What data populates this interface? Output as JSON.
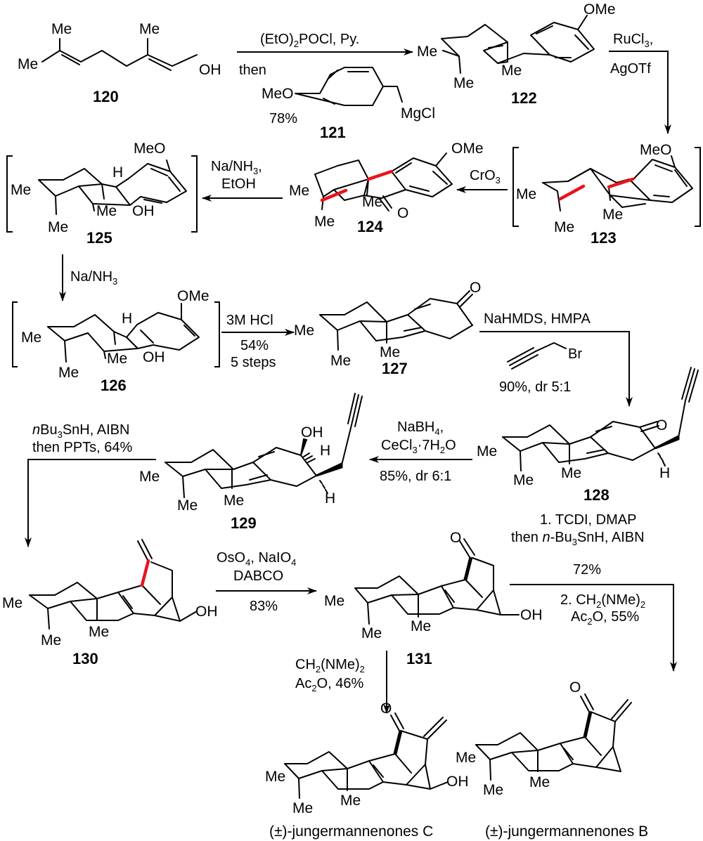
{
  "title": "Total synthesis of (±)-jungermannenones B and C",
  "accent_color": "#e8141c",
  "compounds": {
    "c120": {
      "id": "120",
      "labels": {
        "me1": "Me",
        "me2": "Me",
        "me3": "Me",
        "oh": "OH"
      }
    },
    "c121": {
      "id": "121",
      "labels": {
        "meo": "MeO",
        "mgcl": "MgCl"
      }
    },
    "c122": {
      "id": "122",
      "labels": {
        "ome": "OMe",
        "me1": "Me",
        "me2": "Me",
        "me3": "Me"
      }
    },
    "c123": {
      "id": "123",
      "labels": {
        "meo": "MeO",
        "me1": "Me",
        "me2": "Me",
        "me3": "Me"
      }
    },
    "c124": {
      "id": "124",
      "labels": {
        "ome": "OMe",
        "me1": "Me",
        "me2": "Me",
        "me3": "Me",
        "o": "O"
      }
    },
    "c125": {
      "id": "125",
      "labels": {
        "meo": "MeO",
        "h": "H",
        "me1": "Me",
        "me2": "Me",
        "me3": "Me",
        "oh": "OH"
      }
    },
    "c126": {
      "id": "126",
      "labels": {
        "ome": "OMe",
        "h": "H",
        "me1": "Me",
        "me2": "Me",
        "me3": "Me",
        "oh": "OH"
      }
    },
    "c127": {
      "id": "127",
      "labels": {
        "o": "O",
        "me1": "Me",
        "me2": "Me",
        "me3": "Me"
      }
    },
    "c128": {
      "id": "128",
      "labels": {
        "o": "O",
        "h": "H",
        "me1": "Me",
        "me2": "Me",
        "me3": "Me"
      }
    },
    "c129": {
      "id": "129",
      "labels": {
        "oh": "OH",
        "h1": "H",
        "h2": "H",
        "me1": "Me",
        "me2": "Me",
        "me3": "Me"
      }
    },
    "c130": {
      "id": "130",
      "labels": {
        "oh": "OH",
        "me1": "Me",
        "me2": "Me",
        "me3": "Me"
      }
    },
    "c131": {
      "id": "131",
      "labels": {
        "o": "O",
        "oh": "OH",
        "me1": "Me",
        "me2": "Me",
        "me3": "Me"
      }
    },
    "jungC": {
      "name": "(±)-jungermannenones C",
      "labels": {
        "o": "O",
        "oh": "OH",
        "me1": "Me",
        "me2": "Me",
        "me3": "Me"
      }
    },
    "jungB": {
      "name": "(±)-jungermannenones B",
      "labels": {
        "o": "O",
        "me1": "Me",
        "me2": "Me",
        "me3": "Me"
      }
    }
  },
  "steps": [
    {
      "from": "120",
      "to": "122",
      "reagents": [
        "(EtO)2POCl, Py.",
        "then"
      ],
      "yield": "78%",
      "reagent_compound": "121"
    },
    {
      "from": "122",
      "to": "123",
      "reagents": [
        "RuCl3,",
        "AgOTf"
      ]
    },
    {
      "from": "123",
      "to": "124",
      "reagents": [
        "CrO3"
      ]
    },
    {
      "from": "124",
      "to": "125",
      "reagents": [
        "Na/NH3,",
        "EtOH"
      ]
    },
    {
      "from": "125",
      "to": "126",
      "reagents": [
        "Na/NH3"
      ]
    },
    {
      "from": "126",
      "to": "127",
      "reagents": [
        "3M HCl"
      ],
      "yield": "54%",
      "note": "5 steps"
    },
    {
      "from": "127",
      "to": "128",
      "reagents": [
        "NaHMDS, HMPA",
        "Br"
      ],
      "yield": "90%, dr 5:1"
    },
    {
      "from": "128",
      "to": "129",
      "reagents": [
        "NaBH4,",
        "CeCl3·7H2O"
      ],
      "yield": "85%, dr 6:1"
    },
    {
      "from": "129",
      "to": "130",
      "reagents": [
        "nBu3SnH, AIBN",
        "then PPTs, 64%"
      ]
    },
    {
      "from": "130",
      "to": "131",
      "reagents": [
        "OsO4, NaIO4",
        "DABCO"
      ],
      "yield": "83%"
    },
    {
      "from": "131",
      "to": "jungC",
      "reagents": [
        "CH2(NMe)2",
        "Ac2O, 46%"
      ]
    },
    {
      "from": "131",
      "to": "jungB",
      "reagents": [
        "1. TCDI, DMAP",
        "then n-Bu3SnH, AIBN",
        "72%",
        "2. CH2(NMe)2",
        "Ac2O, 55%"
      ]
    }
  ],
  "rt": {
    "s1a": "(EtO)",
    "s1a_sub": "2",
    "s1a_rest": "POCl, Py.",
    "s1b": "then",
    "s1y": "78%",
    "s2a": "RuCl",
    "s2a_sub": "3",
    "s2a_rest": ",",
    "s2b": "AgOTf",
    "s3": "CrO",
    "s3_sub": "3",
    "s4a": "Na/NH",
    "s4a_sub": "3",
    "s4a_rest": ",",
    "s4b": "EtOH",
    "s5": "Na/NH",
    "s5_sub": "3",
    "s6a": "3M HCl",
    "s6b": "54%",
    "s6c": "5 steps",
    "s7a": "NaHMDS, HMPA",
    "s7br": "Br",
    "s7y": "90%, dr 5:1",
    "s8a": "NaBH",
    "s8a_sub": "4",
    "s8a_rest": ",",
    "s8b": "CeCl",
    "s8b_sub": "3",
    "s8b_rest": "·7H",
    "s8b_sub2": "2",
    "s8b_rest2": "O",
    "s8y": "85%, dr 6:1",
    "s9a_it": "n",
    "s9a": "Bu",
    "s9a_sub": "3",
    "s9a_rest": "SnH, AIBN",
    "s9b": "then PPTs, 64%",
    "s10a": "OsO",
    "s10a_sub": "4",
    "s10a_rest": ", NaIO",
    "s10a_sub2": "4",
    "s10b": "DABCO",
    "s10y": "83%",
    "s11a": "CH",
    "s11a_sub": "2",
    "s11a_rest": "(NMe)",
    "s11a_sub2": "2",
    "s11b": "Ac",
    "s11b_sub": "2",
    "s11b_rest": "O, 46%",
    "s12a": "1. TCDI, DMAP",
    "s12b": "then ",
    "s12b_it": "n",
    "s12b_rest": "-Bu",
    "s12b_sub": "3",
    "s12b_rest2": "SnH, AIBN",
    "s12c": "72%",
    "s12d": "2. CH",
    "s12d_sub": "2",
    "s12d_rest": "(NMe)",
    "s12d_sub2": "2",
    "s12e": "Ac",
    "s12e_sub": "2",
    "s12e_rest": "O, 55%"
  }
}
